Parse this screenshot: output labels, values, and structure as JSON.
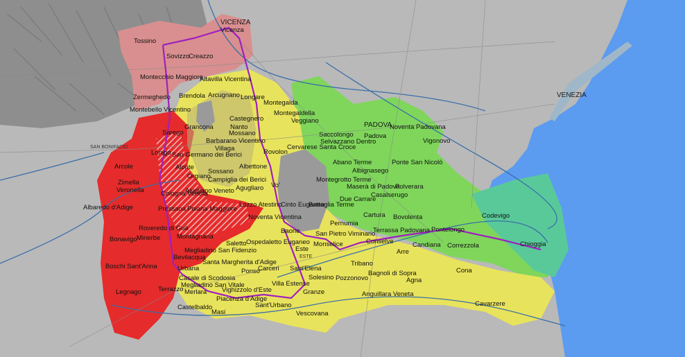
{
  "map": {
    "colors": {
      "sea": "#5b9bf0",
      "land": "#b8b8b8",
      "relief": "#8f8f8f",
      "zone_red": "#e52b2b",
      "zone_pink": "#d98f8f",
      "zone_yellow": "#e8e35c",
      "zone_green": "#7fd65b",
      "zone_teal": "#59c99a",
      "boundary": "#a01fbf",
      "rivers": "#3a6fa8",
      "roads": "#8a8a8a"
    },
    "sea_label": "VENEZIA",
    "city_labels": [
      "VICENZA",
      "PADOVA",
      "SAN BONIFACIO",
      "ESTE"
    ],
    "towns": [
      "Tossino",
      "Sovizzo",
      "Creazzo",
      "Vicenza",
      "Montecchio Maggiore",
      "Altavilla Vicentina",
      "Zermeghedo",
      "Montebello Vicentino",
      "Brendola",
      "Arcugnano",
      "Longare",
      "Montegalda",
      "Sarego",
      "Grancona",
      "Castegnero",
      "Nanto",
      "Montegaldella",
      "Veggiano",
      "Mossano",
      "Barbarano Vicentino",
      "Villaga",
      "San Germano dei Berici",
      "Lonigo",
      "Alonte",
      "Orgiano",
      "Sossano",
      "Albettone",
      "Rovolon",
      "Cervarese Santa Croce",
      "Saccolongo",
      "Selvazzano Dentro",
      "Padova",
      "Noventa Padovana",
      "Vigonovo",
      "Arcole",
      "Zimella",
      "Veronella",
      "Cologna Veneta",
      "Asigliano Veneto",
      "Campiglia dei Berici",
      "Agugliaro",
      "Vo'",
      "Abano Terme",
      "Albignasego",
      "Ponte San Nicolò",
      "Montegrotto Terme",
      "Maserà di Padova",
      "Polverara",
      "Casalserugo",
      "Albaredo d'Adige",
      "Pressana",
      "Poiana Maggiore",
      "Lozzo Atestino",
      "Cinto Euganeo",
      "Noventa Vicentina",
      "Battaglia Terme",
      "Due Carrare",
      "Roveredo di Guà",
      "Baone",
      "Pernumia",
      "Cartura",
      "Bovolenta",
      "Terrassa Padovana",
      "Pontelongo",
      "Codevigo",
      "Bonavigo",
      "Minerbe",
      "Montagnana",
      "Megliadino San Fidenzio",
      "Saletto",
      "Ospedaletto Euganeo",
      "Este",
      "San Pietro Viminario",
      "Monselice",
      "Conselve",
      "Candiana",
      "Correzzola",
      "Chioggia",
      "Bevilacqua",
      "Santa Margherita d'Adige",
      "Ponso",
      "Carceri",
      "Arre",
      "Boschi Sant'Anna",
      "Urbana",
      "Sant'Elena",
      "Tribano",
      "Cona",
      "Casale di Scodosia",
      "Megliadino San Vitale",
      "Solesino",
      "Pozzonovo",
      "Bagnoli di Sopra",
      "Agna",
      "Legnago",
      "Terrazzo",
      "Merlara",
      "Vighizzolo d'Este",
      "Villa Estense",
      "Granze",
      "Anguillara Veneta",
      "Castelbaldo",
      "Piacenza d'Adige",
      "Masi",
      "Sant'Urbano",
      "Cavarzere",
      "Vescovana"
    ]
  }
}
